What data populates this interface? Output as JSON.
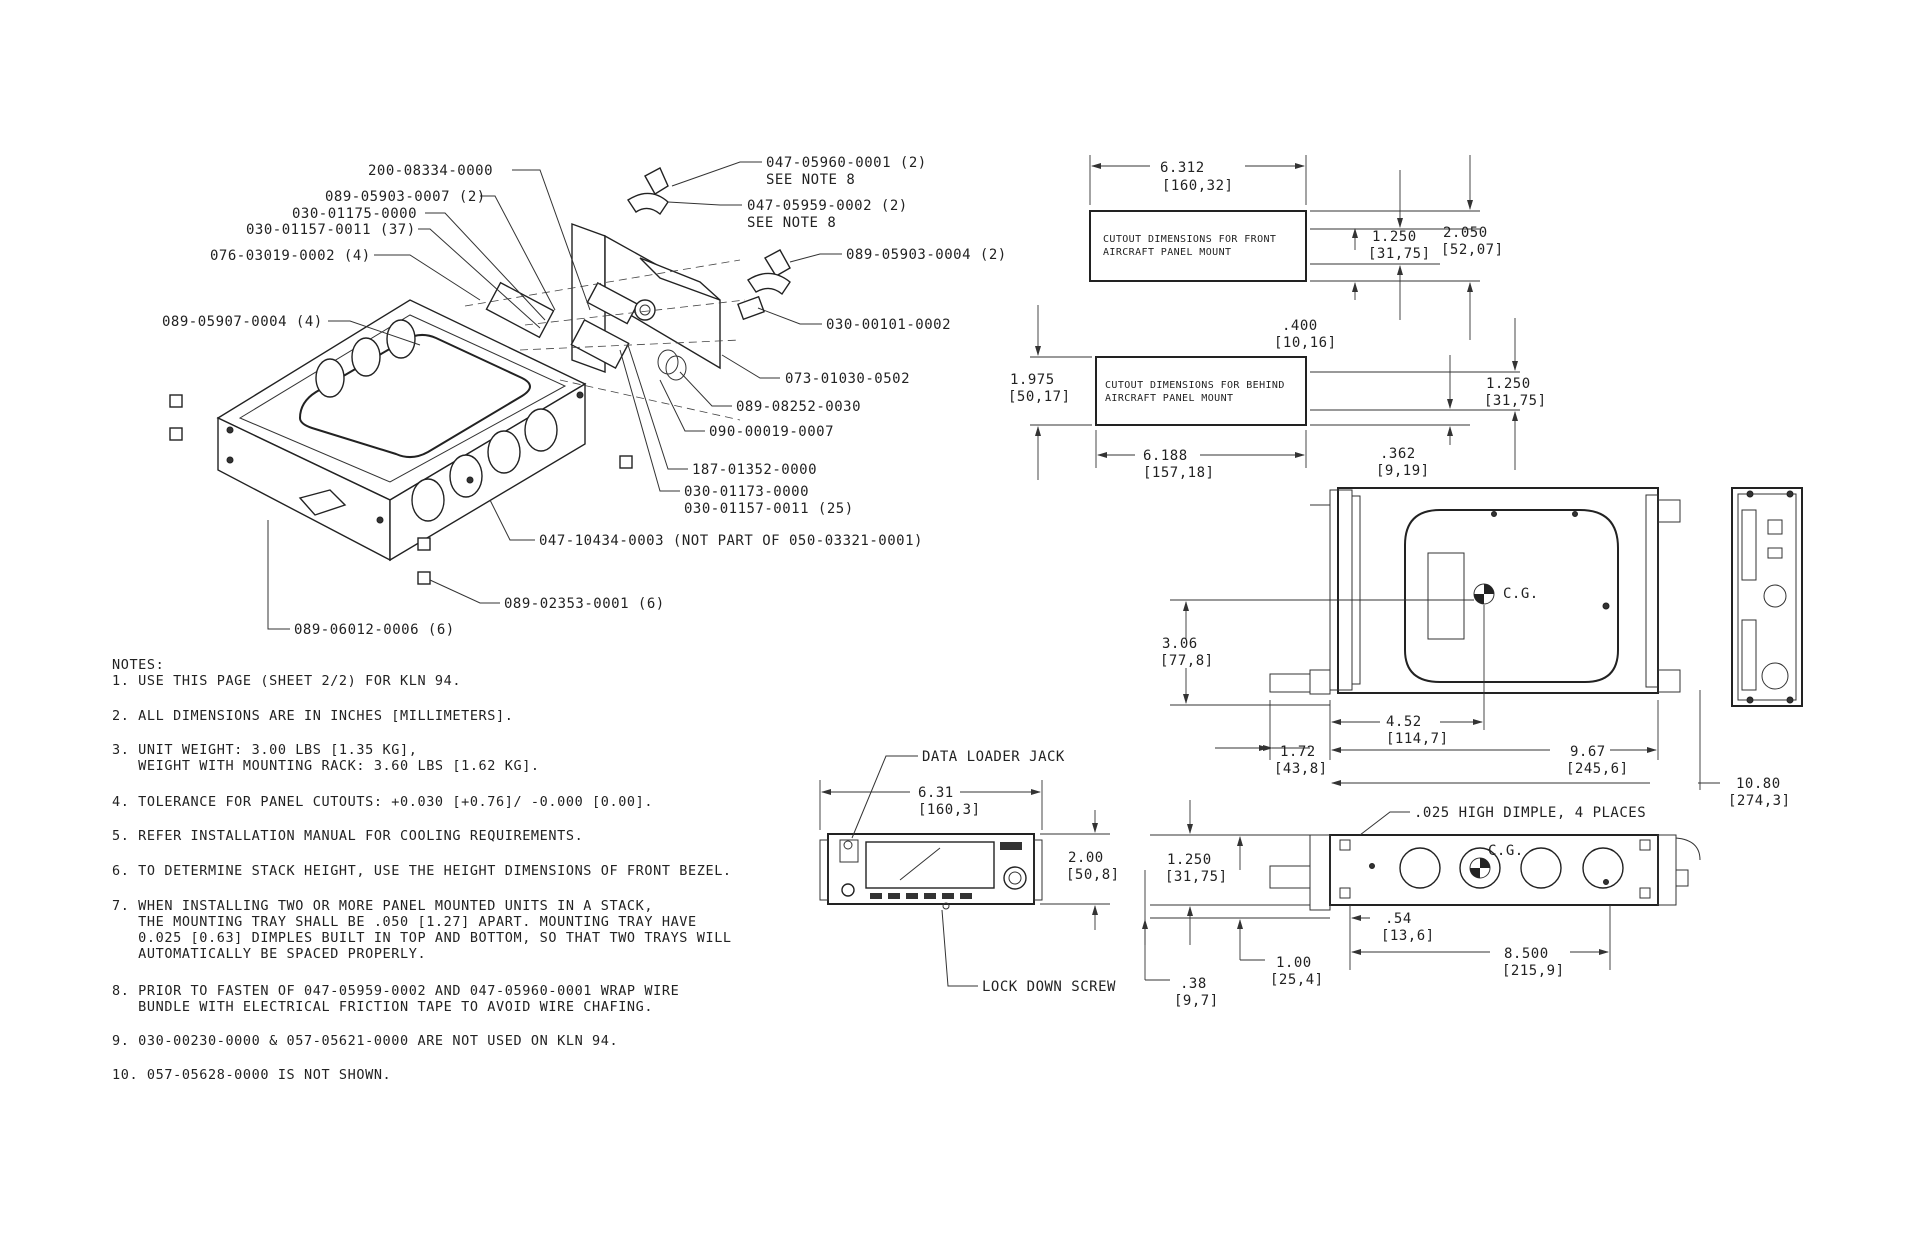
{
  "callouts": {
    "c1": "200-08334-0000",
    "c2": "089-05903-0007 (2)",
    "c3": "030-01175-0000",
    "c4": "030-01157-0011 (37)",
    "c5": "076-03019-0002 (4)",
    "c6": "089-05907-0004 (4)",
    "c7": "047-05960-0001 (2)",
    "c7b": "SEE NOTE 8",
    "c8": "047-05959-0002 (2)",
    "c8b": "SEE NOTE 8",
    "c9": "089-05903-0004 (2)",
    "c10": "030-00101-0002",
    "c11": "073-01030-0502",
    "c12": "089-08252-0030",
    "c13": "090-00019-0007",
    "c14": "187-01352-0000",
    "c15": "030-01173-0000",
    "c16": "030-01157-0011 (25)",
    "c17": "047-10434-0003 (NOT PART OF 050-03321-0001)",
    "c18": "089-02353-0001 (6)",
    "c19": "089-06012-0006 (6)"
  },
  "notes": {
    "title": "NOTES:",
    "n1": "1.  USE THIS PAGE (SHEET 2/2) FOR KLN 94.",
    "n2": "2. ALL DIMENSIONS ARE IN INCHES [MILLIMETERS].",
    "n3a": "3. UNIT WEIGHT: 3.00 LBS [1.35 KG],",
    "n3b": "   WEIGHT WITH MOUNTING RACK: 3.60 LBS [1.62 KG].",
    "n4": "4. TOLERANCE FOR PANEL CUTOUTS: +0.030 [+0.76]/ -0.000 [0.00].",
    "n5": "5. REFER INSTALLATION MANUAL FOR COOLING REQUIREMENTS.",
    "n6": "6. TO DETERMINE STACK HEIGHT, USE THE HEIGHT DIMENSIONS OF FRONT BEZEL.",
    "n7a": "7. WHEN INSTALLING TWO OR MORE PANEL MOUNTED UNITS IN A STACK,",
    "n7b": "   THE MOUNTING TRAY SHALL BE .050 [1.27] APART. MOUNTING TRAY HAVE",
    "n7c": "   0.025 [0.63] DIMPLES BUILT IN TOP AND BOTTOM, SO THAT TWO TRAYS WILL",
    "n7d": "   AUTOMATICALLY BE SPACED PROPERLY.",
    "n8a": "8. PRIOR TO FASTEN OF 047-05959-0002 AND 047-05960-0001 WRAP WIRE",
    "n8b": "   BUNDLE WITH ELECTRICAL FRICTION TAPE TO AVOID WIRE CHAFING.",
    "n9": "9. 030-00230-0000 & 057-05621-0000 ARE NOT USED ON KLN 94.",
    "n10": "10. 057-05628-0000 IS NOT SHOWN."
  },
  "cutout_front": {
    "label1": "CUTOUT DIMENSIONS FOR FRONT",
    "label2": "AIRCRAFT PANEL MOUNT",
    "w": "6.312",
    "w_mm": "[160,32]",
    "h": "1.250",
    "h_mm": "[31,75]",
    "h2": "2.050",
    "h2_mm": "[52,07]",
    "off": ".400",
    "off_mm": "[10,16]"
  },
  "cutout_behind": {
    "label1": "CUTOUT DIMENSIONS FOR BEHIND",
    "label2": "AIRCRAFT PANEL MOUNT",
    "h": "1.975",
    "h_mm": "[50,17]",
    "w": "6.188",
    "w_mm": "[157,18]",
    "h2": "1.250",
    "h2_mm": "[31,75]",
    "off": ".362",
    "off_mm": "[9,19]"
  },
  "top_view": {
    "cg": "C.G.",
    "d306": "3.06",
    "d306_mm": "[77,8]",
    "d452": "4.52",
    "d452_mm": "[114,7]",
    "d172": "1.72",
    "d172_mm": "[43,8]",
    "d967": "9.67",
    "d967_mm": "[245,6]",
    "d1080": "10.80",
    "d1080_mm": "[274,3]"
  },
  "front_view": {
    "data_loader": "DATA LOADER JACK",
    "lock_down": "LOCK DOWN SCREW",
    "w": "6.31",
    "w_mm": "[160,3]",
    "h": "2.00",
    "h_mm": "[50,8]"
  },
  "side_view": {
    "dimple": ".025 HIGH DIMPLE, 4 PLACES",
    "cg": "C.G.",
    "h": "1.250",
    "h_mm": "[31,75]",
    "d038": ".38",
    "d038_mm": "[9,7]",
    "d100": "1.00",
    "d100_mm": "[25,4]",
    "d054": ".54",
    "d054_mm": "[13,6]",
    "d8500": "8.500",
    "d8500_mm": "[215,9]"
  }
}
